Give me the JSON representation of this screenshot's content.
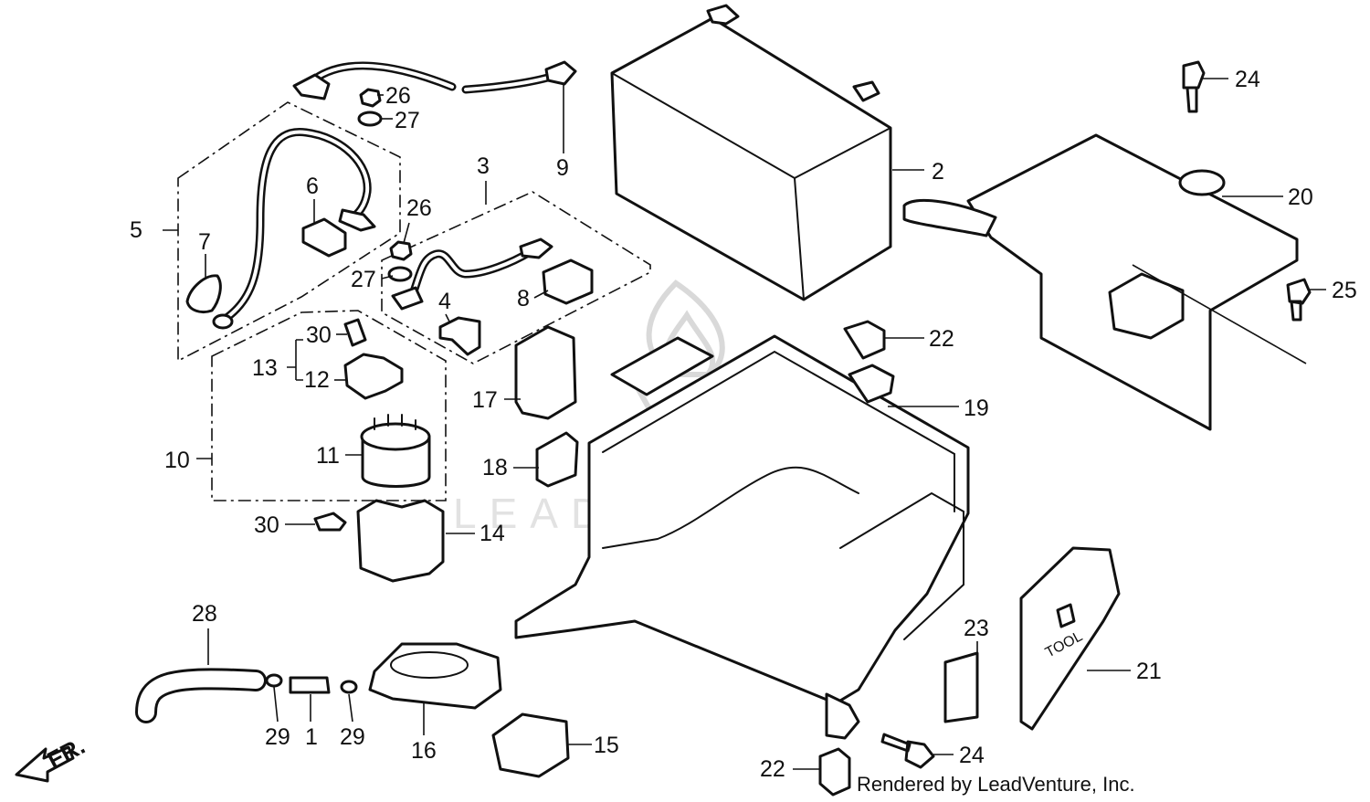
{
  "credit": "Rendered by LeadVenture, Inc.",
  "watermark": {
    "text": "LEADVENTURE",
    "icon": "leadventure-flame-logo-icon",
    "color": "#e0e0e0"
  },
  "direction_marker": {
    "label": "FR.",
    "icon": "front-arrow-icon"
  },
  "tool_label": "TOOL",
  "callouts": {
    "c1": "1",
    "c2": "2",
    "c3": "3",
    "c4": "4",
    "c5": "5",
    "c6": "6",
    "c7": "7",
    "c8": "8",
    "c9": "9",
    "c10": "10",
    "c11": "11",
    "c12": "12",
    "c13": "13",
    "c14": "14",
    "c15": "15",
    "c16": "16",
    "c17": "17",
    "c18": "18",
    "c19": "19",
    "c20": "20",
    "c21": "21",
    "c22a": "22",
    "c22b": "22",
    "c23": "23",
    "c24a": "24",
    "c24b": "24",
    "c25": "25",
    "c26a": "26",
    "c26b": "26",
    "c27a": "27",
    "c27b": "27",
    "c28": "28",
    "c29a": "29",
    "c29b": "29",
    "c30a": "30",
    "c30b": "30"
  },
  "colors": {
    "line": "#111111",
    "background": "#ffffff"
  }
}
